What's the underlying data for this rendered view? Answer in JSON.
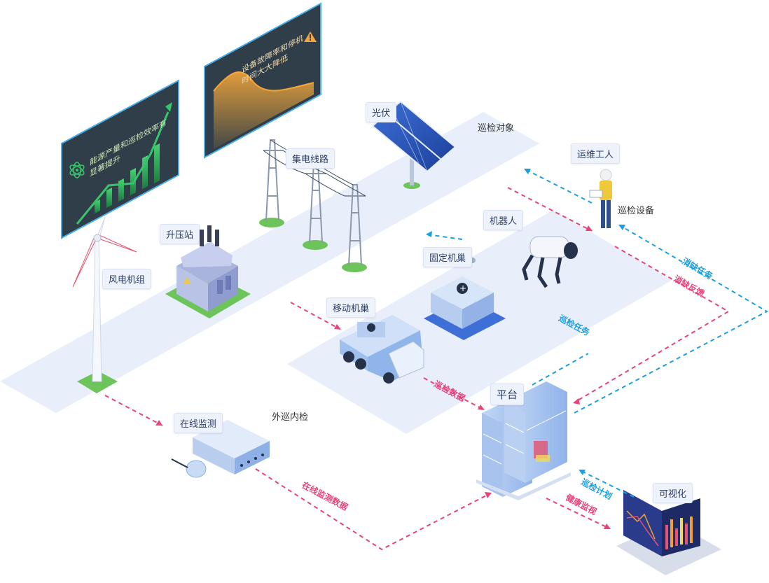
{
  "screens": {
    "energy_efficiency": "能源产量和巡检效率有显著提升",
    "fault_downtime": "设备故障率和停机时间大大降低"
  },
  "zones": {
    "inspection_objects": "巡检对象",
    "inspection_devices": "巡检设备",
    "outside_inside": "外巡内检"
  },
  "objects": {
    "photovoltaic": "光伏",
    "power_line": "集电线路",
    "booster_station": "升压站",
    "wind_turbine": "风电机组",
    "maintenance_worker": "运维工人",
    "robot": "机器人",
    "fixed_nest": "固定机巢",
    "mobile_nest": "移动机巢",
    "online_monitoring": "在线监测",
    "platform": "平台",
    "visualization": "可视化"
  },
  "flows": {
    "defect_task": "消缺任务",
    "defect_feedback": "消缺反馈",
    "inspection_task": "巡检任务",
    "inspection_data": "巡检数据",
    "online_monitoring_data": "在线监测数据",
    "inspection_plan": "巡检计划",
    "health_monitoring": "健康监视"
  },
  "colors": {
    "pink_flow": "#e8437a",
    "blue_flow": "#1aa0e0",
    "screen_bg": "#2f3e48",
    "chart_green": "#39c46a",
    "chart_orange": "#f0a030",
    "ground": "#e6ecfa"
  }
}
